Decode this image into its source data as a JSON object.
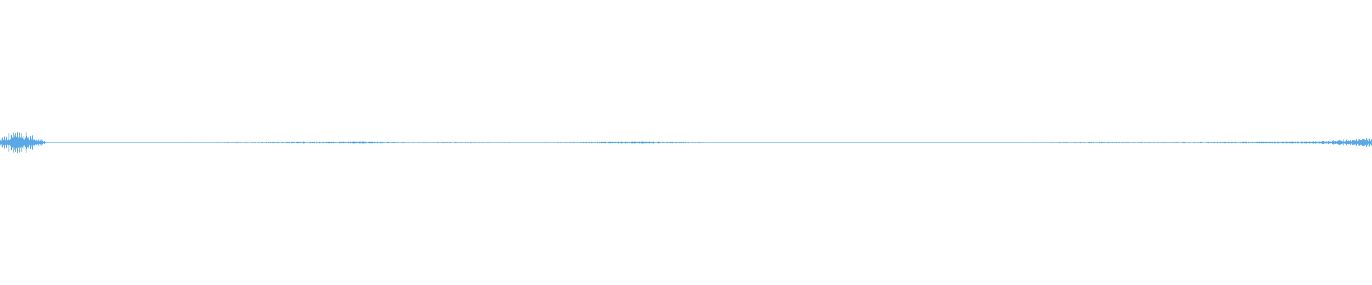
{
  "waveform": {
    "color": "#5aa9e6",
    "background": "#ffffff",
    "normalized_peaks": [
      {
        "position": 0.0,
        "amplitude": 0.08
      },
      {
        "position": 0.005,
        "amplitude": 0.12
      },
      {
        "position": 0.01,
        "amplitude": 0.18
      },
      {
        "position": 0.015,
        "amplitude": 0.12
      },
      {
        "position": 0.02,
        "amplitude": 0.14
      },
      {
        "position": 0.025,
        "amplitude": 0.09
      },
      {
        "position": 0.03,
        "amplitude": 0.05
      },
      {
        "position": 0.035,
        "amplitude": 0.006
      },
      {
        "position": 0.08,
        "amplitude": 0.004
      },
      {
        "position": 0.085,
        "amplitude": 0.008
      },
      {
        "position": 0.11,
        "amplitude": 0.005
      },
      {
        "position": 0.17,
        "amplitude": 0.01
      },
      {
        "position": 0.2,
        "amplitude": 0.012
      },
      {
        "position": 0.225,
        "amplitude": 0.018
      },
      {
        "position": 0.235,
        "amplitude": 0.014
      },
      {
        "position": 0.26,
        "amplitude": 0.02
      },
      {
        "position": 0.3,
        "amplitude": 0.008
      },
      {
        "position": 0.33,
        "amplitude": 0.011
      },
      {
        "position": 0.39,
        "amplitude": 0.006
      },
      {
        "position": 0.465,
        "amplitude": 0.02
      },
      {
        "position": 0.53,
        "amplitude": 0.004
      },
      {
        "position": 0.56,
        "amplitude": 0.005
      },
      {
        "position": 0.64,
        "amplitude": 0.004
      },
      {
        "position": 0.74,
        "amplitude": 0.006
      },
      {
        "position": 0.77,
        "amplitude": 0.01
      },
      {
        "position": 0.795,
        "amplitude": 0.012
      },
      {
        "position": 0.85,
        "amplitude": 0.01
      },
      {
        "position": 0.905,
        "amplitude": 0.014
      },
      {
        "position": 0.96,
        "amplitude": 0.02
      },
      {
        "position": 0.975,
        "amplitude": 0.04
      },
      {
        "position": 0.99,
        "amplitude": 0.06
      },
      {
        "position": 1.0,
        "amplitude": 0.07
      }
    ]
  }
}
